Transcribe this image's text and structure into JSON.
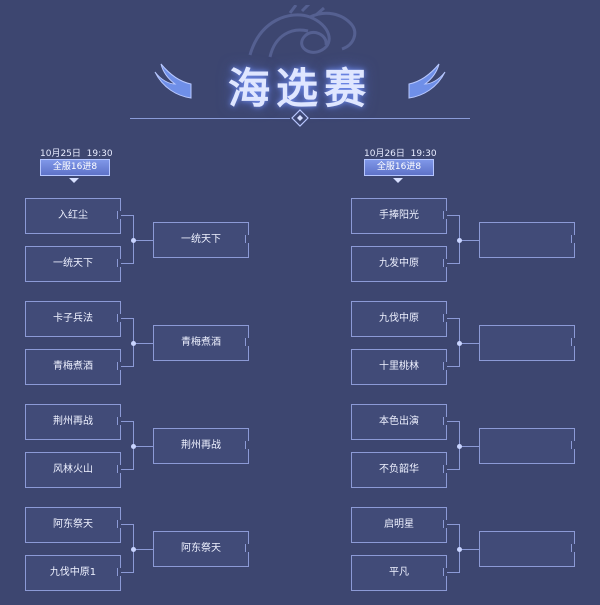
{
  "header": {
    "title": "海选赛"
  },
  "left": {
    "date": "10月25日",
    "time": "19:30",
    "phase": "全服16进8",
    "matches": [
      {
        "teams": [
          "入红尘",
          "一统天下"
        ],
        "winner": "一统天下"
      },
      {
        "teams": [
          "卡子兵法",
          "青梅煮酒"
        ],
        "winner": "青梅煮酒"
      },
      {
        "teams": [
          "荆州再战",
          "风林火山"
        ],
        "winner": "荆州再战"
      },
      {
        "teams": [
          "阿东祭天",
          "九伐中原1"
        ],
        "winner": "阿东祭天"
      }
    ]
  },
  "right": {
    "date": "10月26日",
    "time": "19:30",
    "phase": "全服16进8",
    "matches": [
      {
        "teams": [
          "手捧阳光",
          "九发中原"
        ],
        "winner": ""
      },
      {
        "teams": [
          "九伐中原",
          "十里桃林"
        ],
        "winner": ""
      },
      {
        "teams": [
          "本色出演",
          "不负韶华"
        ],
        "winner": ""
      },
      {
        "teams": [
          "启明星",
          "平凡"
        ],
        "winner": ""
      }
    ]
  }
}
